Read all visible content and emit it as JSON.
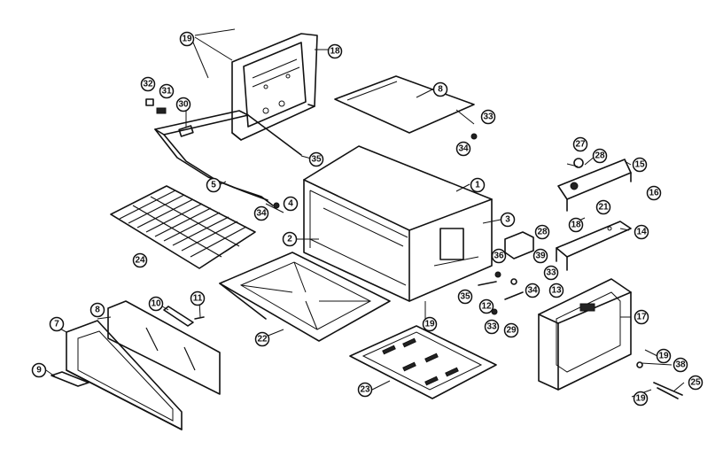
{
  "diagram": {
    "callouts": [
      {
        "id": "c19a",
        "label": "19"
      },
      {
        "id": "c18",
        "label": "18"
      },
      {
        "id": "c8top",
        "label": "8"
      },
      {
        "id": "c32",
        "label": "32"
      },
      {
        "id": "c31",
        "label": "31"
      },
      {
        "id": "c30",
        "label": "30"
      },
      {
        "id": "c33a",
        "label": "33"
      },
      {
        "id": "c34a",
        "label": "34"
      },
      {
        "id": "c35a",
        "label": "35"
      },
      {
        "id": "c5",
        "label": "5"
      },
      {
        "id": "c4",
        "label": "4"
      },
      {
        "id": "c34b",
        "label": "34"
      },
      {
        "id": "c1",
        "label": "1"
      },
      {
        "id": "c27",
        "label": "27"
      },
      {
        "id": "c28a",
        "label": "28"
      },
      {
        "id": "c15",
        "label": "15"
      },
      {
        "id": "c16",
        "label": "16"
      },
      {
        "id": "c2",
        "label": "2"
      },
      {
        "id": "c3",
        "label": "3"
      },
      {
        "id": "c18b",
        "label": "18"
      },
      {
        "id": "c21",
        "label": "21"
      },
      {
        "id": "c14",
        "label": "14"
      },
      {
        "id": "c24",
        "label": "24"
      },
      {
        "id": "c28b",
        "label": "28"
      },
      {
        "id": "c36",
        "label": "36"
      },
      {
        "id": "c39",
        "label": "39"
      },
      {
        "id": "c33b",
        "label": "33"
      },
      {
        "id": "c34c",
        "label": "34"
      },
      {
        "id": "c13",
        "label": "13"
      },
      {
        "id": "c10",
        "label": "10"
      },
      {
        "id": "c11",
        "label": "11"
      },
      {
        "id": "c35b",
        "label": "35"
      },
      {
        "id": "c12",
        "label": "12"
      },
      {
        "id": "c7",
        "label": "7"
      },
      {
        "id": "c8",
        "label": "8"
      },
      {
        "id": "c22",
        "label": "22"
      },
      {
        "id": "c19b",
        "label": "19"
      },
      {
        "id": "c33c",
        "label": "33"
      },
      {
        "id": "c29",
        "label": "29"
      },
      {
        "id": "c17",
        "label": "17"
      },
      {
        "id": "c19c",
        "label": "19"
      },
      {
        "id": "c38",
        "label": "38"
      },
      {
        "id": "c25",
        "label": "25"
      },
      {
        "id": "c9",
        "label": "9"
      },
      {
        "id": "c23",
        "label": "23"
      },
      {
        "id": "c19d",
        "label": "19"
      }
    ]
  }
}
